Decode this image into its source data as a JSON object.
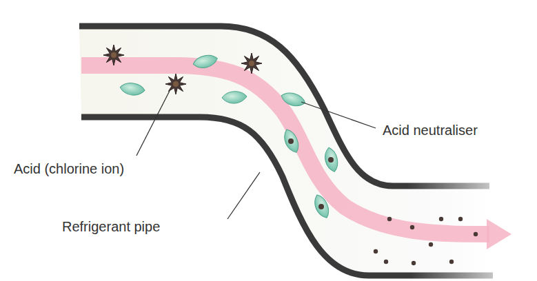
{
  "diagram": {
    "labels": [
      "Acid neutraliser",
      "Acid (chlorine ion)",
      "Refrigerant pipe"
    ]
  }
}
